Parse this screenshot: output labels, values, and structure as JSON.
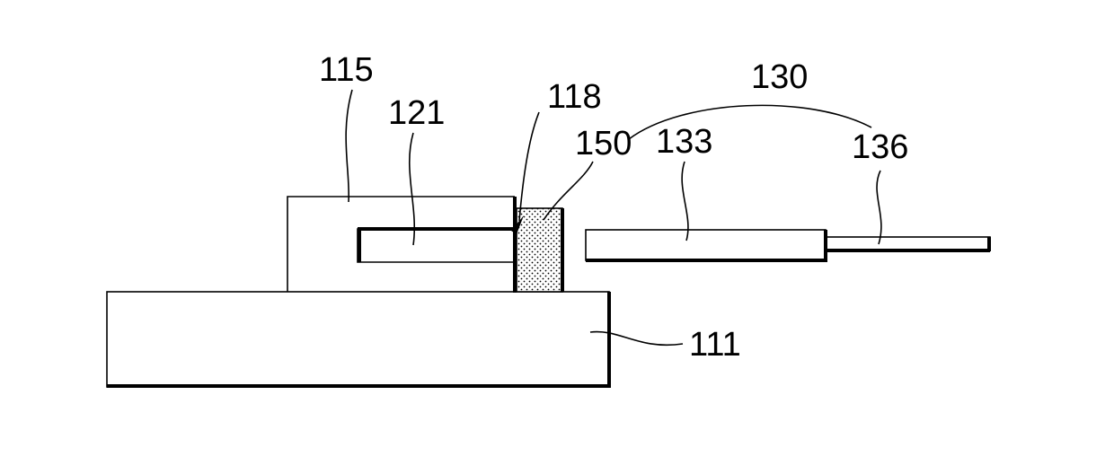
{
  "labels": {
    "l115": "115",
    "l121": "121",
    "l118": "118",
    "l150": "150",
    "l130": "130",
    "l133": "133",
    "l136": "136",
    "l111": "111"
  },
  "colors": {
    "stroke": "#000000",
    "background": "#ffffff"
  }
}
